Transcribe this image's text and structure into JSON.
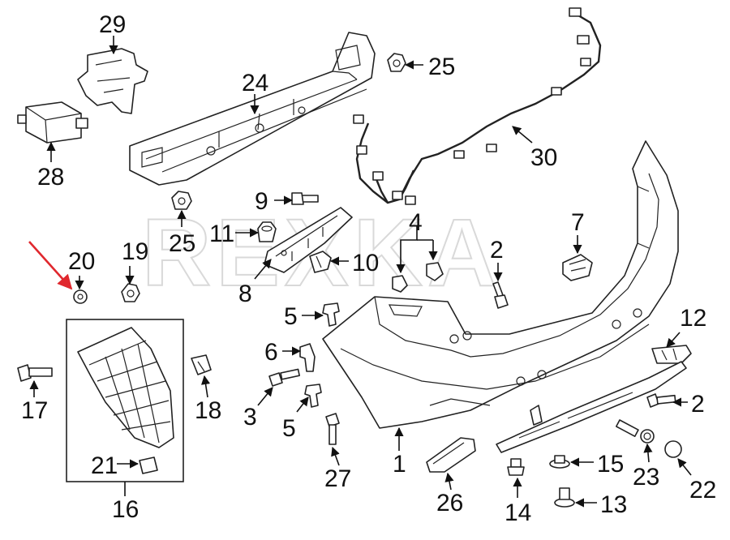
{
  "watermark": "REXKA",
  "callouts": {
    "c1": "1",
    "c2a": "2",
    "c2b": "2",
    "c3": "3",
    "c4": "4",
    "c5a": "5",
    "c5b": "5",
    "c6": "6",
    "c7": "7",
    "c8": "8",
    "c9": "9",
    "c10": "10",
    "c11": "11",
    "c12": "12",
    "c13": "13",
    "c14": "14",
    "c15": "15",
    "c16": "16",
    "c17": "17",
    "c18": "18",
    "c19": "19",
    "c20": "20",
    "c21": "21",
    "c22": "22",
    "c23": "23",
    "c24": "24",
    "c25a": "25",
    "c25b": "25",
    "c26": "26",
    "c27": "27",
    "c28": "28",
    "c29": "29",
    "c30": "30"
  },
  "highlight": {
    "color": "#e0282e",
    "target": "20"
  },
  "colors": {
    "line": "#222222",
    "watermark": "#d9d9d9"
  }
}
